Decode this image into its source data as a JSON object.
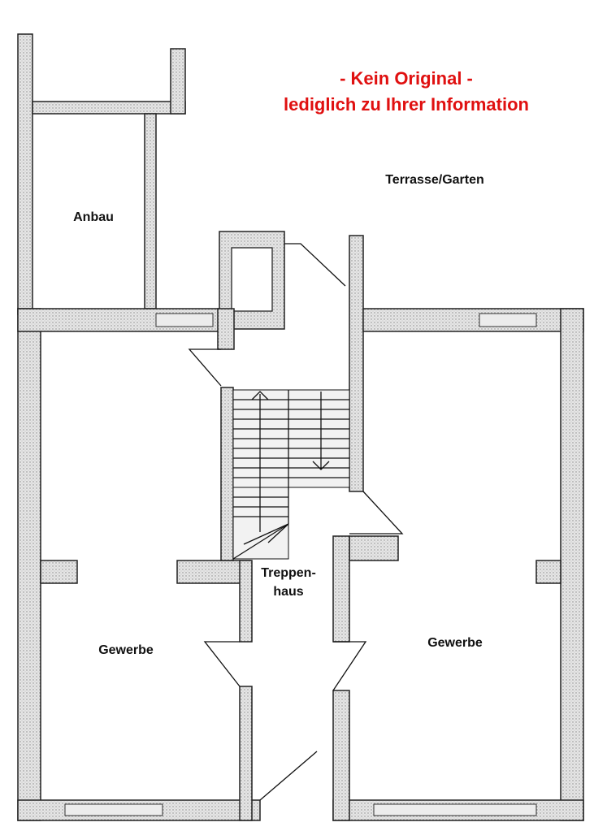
{
  "notice": {
    "line1": "- Kein Original -",
    "line2": "lediglich zu Ihrer Information",
    "color": "#e01010"
  },
  "rooms": {
    "terrace": "Terrasse/Garten",
    "annex": "Anbau",
    "stairwell_line1": "Treppen-",
    "stairwell_line2": "haus",
    "commercial_left": "Gewerbe",
    "commercial_right": "Gewerbe"
  }
}
